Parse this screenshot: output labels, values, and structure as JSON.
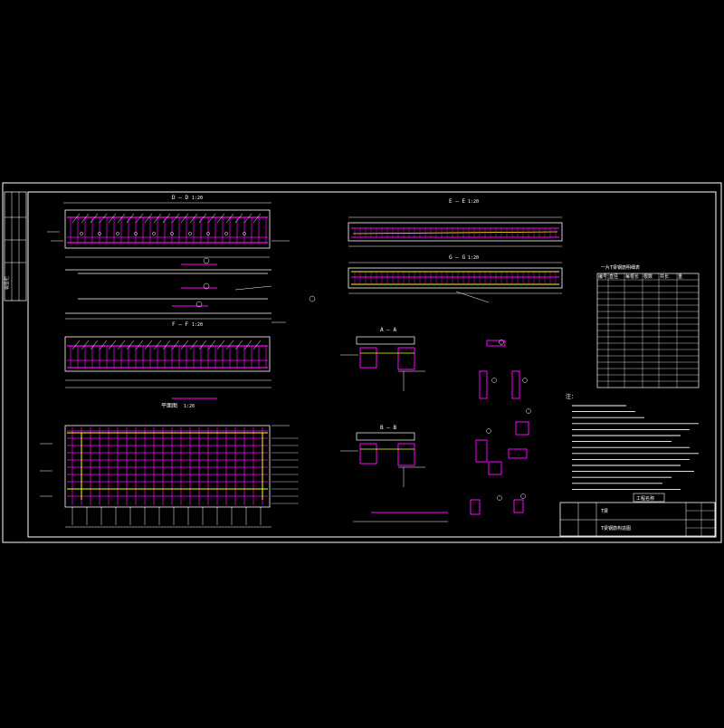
{
  "drawing": {
    "background": "#000000",
    "line_white": "#ffffff",
    "rebar_magenta": "#ff00ff",
    "rebar_yellow": "#ffff00",
    "sections": {
      "d_d": "D — D",
      "e_e": "E — E",
      "f_f": "F — F",
      "g_g": "G — G",
      "a_a": "A — A",
      "b_b": "B — B",
      "plan": "平面图"
    },
    "scale_label": "1:20",
    "notes_title": "注：",
    "table_title": "一片T梁钢筋明细表",
    "table_headers": [
      "编号",
      "直径",
      "每根长",
      "根数",
      "共长",
      "重"
    ],
    "title_block": {
      "project": "T梁",
      "drawing_name": "T梁钢筋构造图",
      "stamp": "工程名称"
    },
    "side_label": "会签栏"
  }
}
